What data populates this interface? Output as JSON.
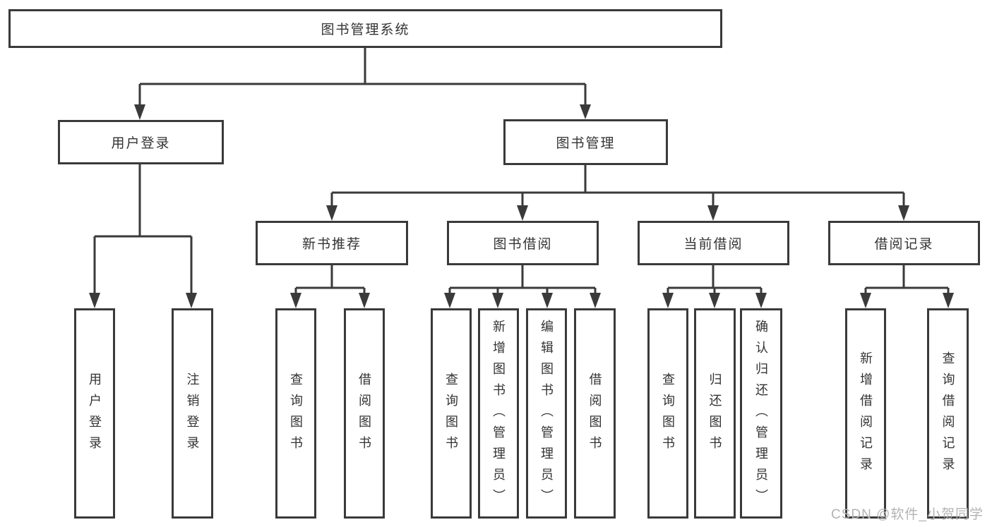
{
  "diagram": {
    "type": "tree",
    "title": "图书管理系统",
    "structure": {
      "图书管理系统": [
        "用户登录",
        "图书管理"
      ],
      "用户登录": [
        "用户登录",
        "注销登录"
      ],
      "图书管理": [
        "新书推荐",
        "图书借阅",
        "当前借阅",
        "借阅记录"
      ],
      "新书推荐": [
        "查询图书",
        "借阅图书"
      ],
      "图书借阅": [
        "查询图书",
        "新增图书（管理员）",
        "编辑图书（管理员）",
        "借阅图书"
      ],
      "当前借阅": [
        "查询图书",
        "归还图书",
        "确认归还（管理员）"
      ],
      "借阅记录": [
        "新增借阅记录",
        "查询借阅记录"
      ]
    },
    "colors": {
      "line": "#3a3a3a",
      "box_border": "#3a3a3a",
      "text": "#333333",
      "background": "#ffffff",
      "watermark": "#b3b3b3"
    }
  },
  "nodes": [
    {
      "id": "root",
      "label": "图书管理系统"
    },
    {
      "id": "branch-user-login",
      "label": "用户登录"
    },
    {
      "id": "branch-book-management",
      "label": "图书管理"
    },
    {
      "id": "group-new-book-recommend",
      "label": "新书推荐"
    },
    {
      "id": "group-book-borrow",
      "label": "图书借阅"
    },
    {
      "id": "group-current-borrow",
      "label": "当前借阅"
    },
    {
      "id": "group-borrow-record",
      "label": "借阅记录"
    },
    {
      "id": "leaf-user-login",
      "label": "用户登录"
    },
    {
      "id": "leaf-logout",
      "label": "注销登录"
    },
    {
      "id": "leaf-query-book-1",
      "label": "查询图书"
    },
    {
      "id": "leaf-borrow-book-1",
      "label": "借阅图书"
    },
    {
      "id": "leaf-query-book-2",
      "label": "查询图书"
    },
    {
      "id": "leaf-add-book-admin",
      "label": "新增图书（管理员）"
    },
    {
      "id": "leaf-edit-book-admin",
      "label": "编辑图书（管理员）"
    },
    {
      "id": "leaf-borrow-book-2",
      "label": "借阅图书"
    },
    {
      "id": "leaf-query-book-3",
      "label": "查询图书"
    },
    {
      "id": "leaf-return-book",
      "label": "归还图书"
    },
    {
      "id": "leaf-confirm-return-admin",
      "label": "确认归还（管理员）"
    },
    {
      "id": "leaf-add-borrow-record",
      "label": "新增借阅记录"
    },
    {
      "id": "leaf-query-borrow-record",
      "label": "查询借阅记录"
    }
  ],
  "watermark": {
    "text": "CSDN @软件_小贺同学"
  }
}
